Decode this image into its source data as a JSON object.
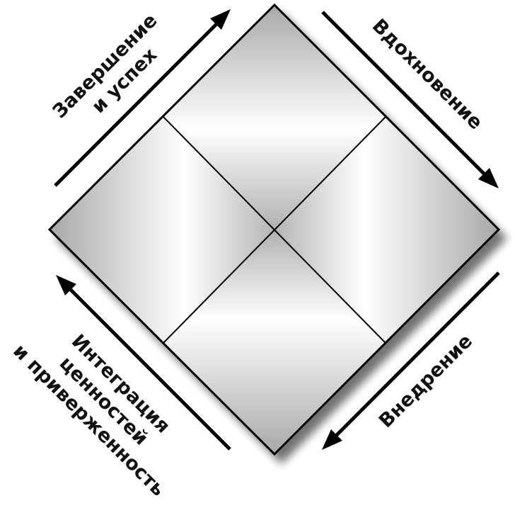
{
  "diagram": {
    "labels": {
      "top_left": [
        "Завершение",
        "и успех"
      ],
      "top_right": [
        "Вдохновение"
      ],
      "bottom_right": [
        "Внедрение"
      ],
      "bottom_left": [
        "Интеграция",
        "ценностей",
        "и приверженность"
      ]
    },
    "colors": {
      "outline": "#000000",
      "arrow": "#000000",
      "text": "#111111",
      "quadrant_light": "#ffffff",
      "quadrant_dark": "#a9a9a9"
    }
  }
}
